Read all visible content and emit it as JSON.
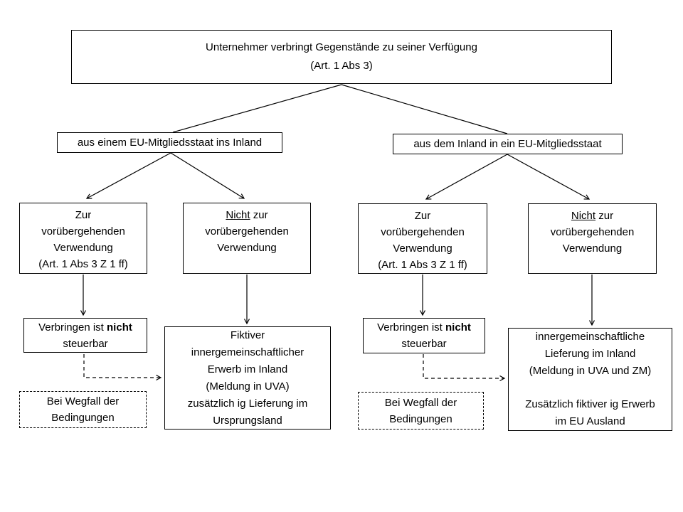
{
  "colors": {
    "line": "#000000",
    "text": "#000000",
    "background": "#ffffff"
  },
  "nodes": {
    "root": {
      "line1": "Unternehmer verbringt Gegenstände zu seiner Verfügung",
      "line2": "(Art. 1 Abs 3)"
    },
    "branch_left": {
      "label": "aus einem EU-Mitgliedsstaat ins Inland"
    },
    "branch_right": {
      "label": "aus dem Inland in ein EU-Mitgliedsstaat"
    },
    "temp_use_left": {
      "line1": "Zur",
      "line2": "vorübergehenden",
      "line3": "Verwendung",
      "line4": "(Art. 1 Abs 3 Z 1 ff)"
    },
    "not_temp_use_left": {
      "underlined": "Nicht",
      "line1_rest": " zur",
      "line2": "vorübergehenden",
      "line3": "Verwendung"
    },
    "temp_use_right": {
      "line1": "Zur",
      "line2": "vorübergehenden",
      "line3": "Verwendung",
      "line4": "(Art. 1 Abs 3 Z 1 ff)"
    },
    "not_temp_use_right": {
      "underlined": "Nicht",
      "line1_rest": " zur",
      "line2": "vorübergehenden",
      "line3": "Verwendung"
    },
    "not_taxable_left": {
      "line1_pre": "Verbringen ist ",
      "line1_bold": "nicht",
      "line2": "steuerbar"
    },
    "not_taxable_right": {
      "line1_pre": "Verbringen ist ",
      "line1_bold": "nicht",
      "line2": "steuerbar"
    },
    "fictitious_acquisition": {
      "line1": "Fiktiver",
      "line2": "innergemeinschaftlicher",
      "line3": "Erwerb im Inland",
      "line4": "(Meldung in UVA)",
      "line5": "zusätzlich ig Lieferung im",
      "line6": "Ursprungsland"
    },
    "ig_delivery": {
      "line1": "innergemeinschaftliche",
      "line2": "Lieferung im Inland",
      "line3": "(Meldung in UVA und ZM)",
      "line4": "",
      "line5": "Zusätzlich fiktiver ig Erwerb",
      "line6": "im EU Ausland"
    },
    "condition_left": {
      "line1": "Bei Wegfall der",
      "line2": "Bedingungen"
    },
    "condition_right": {
      "line1": "Bei Wegfall der",
      "line2": "Bedingungen"
    }
  }
}
